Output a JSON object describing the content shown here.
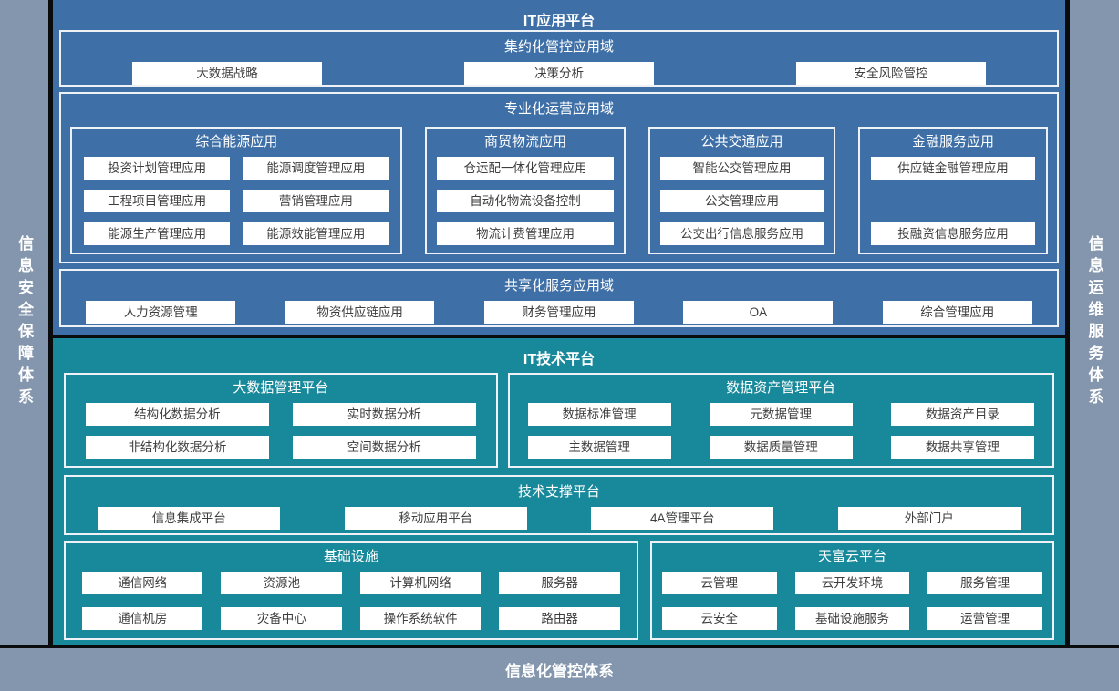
{
  "pillars": {
    "left": "信息安全保障体系",
    "right": "信息运维服务体系",
    "bottom": "信息化管控体系"
  },
  "colors": {
    "panel_blue": "#3e6fa7",
    "panel_teal": "#18899b",
    "pillar_gray": "#8496ad",
    "chip_bg": "#ffffff",
    "chip_text": "#3e3e3e",
    "border_white": "#eef2f6"
  },
  "app_platform": {
    "title": "IT应用平台",
    "centralized": {
      "title": "集约化管控应用域",
      "items": [
        "大数据战略",
        "决策分析",
        "安全风险管控"
      ]
    },
    "professional": {
      "title": "专业化运营应用域",
      "groups": [
        {
          "title": "综合能源应用",
          "items": [
            "投资计划管理应用",
            "能源调度管理应用",
            "工程项目管理应用",
            "营销管理应用",
            "能源生产管理应用",
            "能源效能管理应用"
          ]
        },
        {
          "title": "商贸物流应用",
          "items": [
            "仓运配一体化管理应用",
            "自动化物流设备控制",
            "物流计费管理应用"
          ]
        },
        {
          "title": "公共交通应用",
          "items": [
            "智能公交管理应用",
            "公交管理应用",
            "公交出行信息服务应用"
          ]
        },
        {
          "title": "金融服务应用",
          "items": [
            "供应链金融管理应用",
            "",
            "投融资信息服务应用"
          ]
        }
      ]
    },
    "shared": {
      "title": "共享化服务应用域",
      "items": [
        "人力资源管理",
        "物资供应链应用",
        "财务管理应用",
        "OA",
        "综合管理应用"
      ]
    }
  },
  "tech_platform": {
    "title": "IT技术平台",
    "bigdata": {
      "title": "大数据管理平台",
      "items": [
        "结构化数据分析",
        "实时数据分析",
        "非结构化数据分析",
        "空间数据分析"
      ]
    },
    "data_asset": {
      "title": "数据资产管理平台",
      "items": [
        "数据标准管理",
        "元数据管理",
        "数据资产目录",
        "主数据管理",
        "数据质量管理",
        "数据共享管理"
      ]
    },
    "tech_support": {
      "title": "技术支撑平台",
      "items": [
        "信息集成平台",
        "移动应用平台",
        "4A管理平台",
        "外部门户"
      ]
    },
    "infrastructure": {
      "title": "基础设施",
      "items": [
        "通信网络",
        "资源池",
        "计算机网络",
        "服务器",
        "通信机房",
        "灾备中心",
        "操作系统软件",
        "路由器"
      ]
    },
    "cloud": {
      "title": "天富云平台",
      "items": [
        "云管理",
        "云开发环境",
        "服务管理",
        "云安全",
        "基础设施服务",
        "运营管理"
      ]
    }
  }
}
